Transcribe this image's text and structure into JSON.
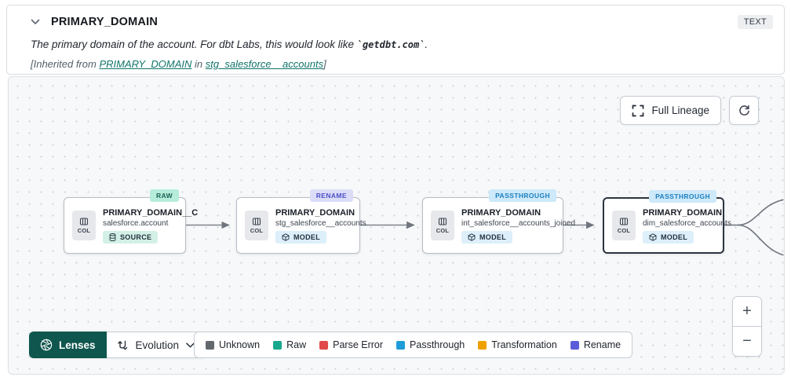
{
  "header": {
    "title": "PRIMARY_DOMAIN",
    "type_badge": "TEXT",
    "description_prefix": "The primary domain of the account. For dbt Labs, this would look like ",
    "description_code": "`getdbt.com`",
    "description_suffix": ".",
    "inherited_prefix": "[Inherited from ",
    "inherited_link_column": "PRIMARY_DOMAIN",
    "inherited_connector": " in ",
    "inherited_link_model": "stg_salesforce__accounts",
    "inherited_suffix": "]"
  },
  "toolbar": {
    "full_lineage_label": "Full Lineage"
  },
  "nodes": [
    {
      "status_badge": "RAW",
      "title": "PRIMARY_DOMAIN__C",
      "subtitle": "salesforce.account",
      "resource_label": "SOURCE",
      "icon_label": "COL"
    },
    {
      "status_badge": "RENAME",
      "title": "PRIMARY_DOMAIN",
      "subtitle": "stg_salesforce__accounts",
      "resource_label": "MODEL",
      "icon_label": "COL"
    },
    {
      "status_badge": "PASSTHROUGH",
      "title": "PRIMARY_DOMAIN",
      "subtitle": "int_salesforce__accounts_joined",
      "resource_label": "MODEL",
      "icon_label": "COL"
    },
    {
      "status_badge": "PASSTHROUGH",
      "title": "PRIMARY_DOMAIN",
      "subtitle": "dim_salesforce_accounts",
      "resource_label": "MODEL",
      "icon_label": "COL"
    }
  ],
  "lenses": {
    "button_label": "Lenses",
    "selected_lens": "Evolution"
  },
  "legend": {
    "items": [
      {
        "label": "Unknown",
        "color": "#63686f"
      },
      {
        "label": "Raw",
        "color": "#18a88e"
      },
      {
        "label": "Parse Error",
        "color": "#e14b4b"
      },
      {
        "label": "Passthrough",
        "color": "#1e9cd7"
      },
      {
        "label": "Transformation",
        "color": "#efa100"
      },
      {
        "label": "Rename",
        "color": "#5a5cd9"
      }
    ]
  },
  "zoom_controls": {
    "zoom_in": "+",
    "zoom_out": "−"
  },
  "colors": {
    "lenses_button": "#0f564e",
    "link": "#12756a",
    "canvas_bg": "#f7f8f9"
  }
}
